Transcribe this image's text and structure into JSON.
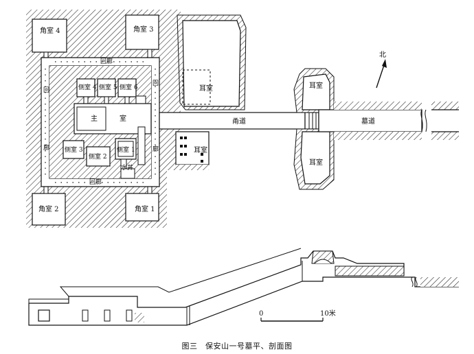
{
  "plan": {
    "corner_rooms": [
      "角室 4",
      "角室 3",
      "角室 2",
      "角室 1"
    ],
    "corridor_top": "回廊",
    "corridor_bottom": "回廊",
    "corridor_left_chars": [
      "回",
      "廊"
    ],
    "corridor_right_chars": [
      "回",
      "廊"
    ],
    "side_rooms": [
      "侧室 4",
      "侧室 5",
      "侧室 6"
    ],
    "side_room_3": "侧室 3",
    "side_room_2": "侧室 2",
    "side_room_1": "侧室 1",
    "main_room_chars": [
      "主",
      "室"
    ],
    "well": "水井",
    "ear_room_nw": "耳室",
    "ear_room_sw": "耳室",
    "ear_room_ne": "耳室",
    "ear_room_se": "耳室",
    "south_passage": "甬道",
    "tomb_passage": "墓道",
    "north_arrow": "北"
  },
  "scale_bar": {
    "zero": "0",
    "end": "10米"
  },
  "caption": "图三　保安山一号墓平、剖面图"
}
